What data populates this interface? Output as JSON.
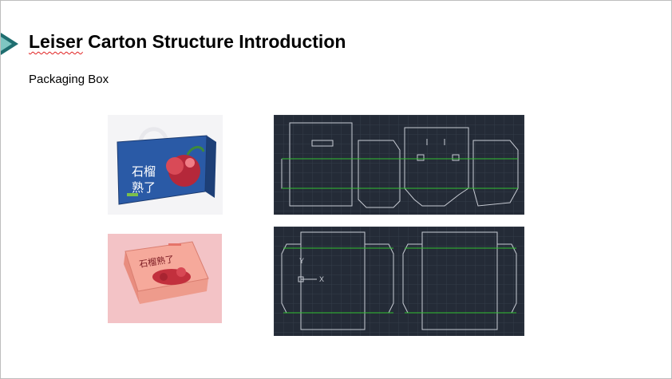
{
  "slide": {
    "title_first_word": "Leiser",
    "title_rest": " Carton Structure Introduction",
    "subtitle": "Packaging Box"
  },
  "images": {
    "blue_box": {
      "text_line1": "石榴",
      "text_line2": "熟了"
    },
    "pink_box": {
      "text": "石榴熟了"
    }
  },
  "cad": {
    "axis_y": "Y",
    "axis_x": "X"
  },
  "colors": {
    "accent_dark": "#1f6e70",
    "accent_light": "#7fc6c2",
    "cad_background": "#242b37",
    "cad_line": "#c8ccd4",
    "cad_crease": "#32c232"
  }
}
